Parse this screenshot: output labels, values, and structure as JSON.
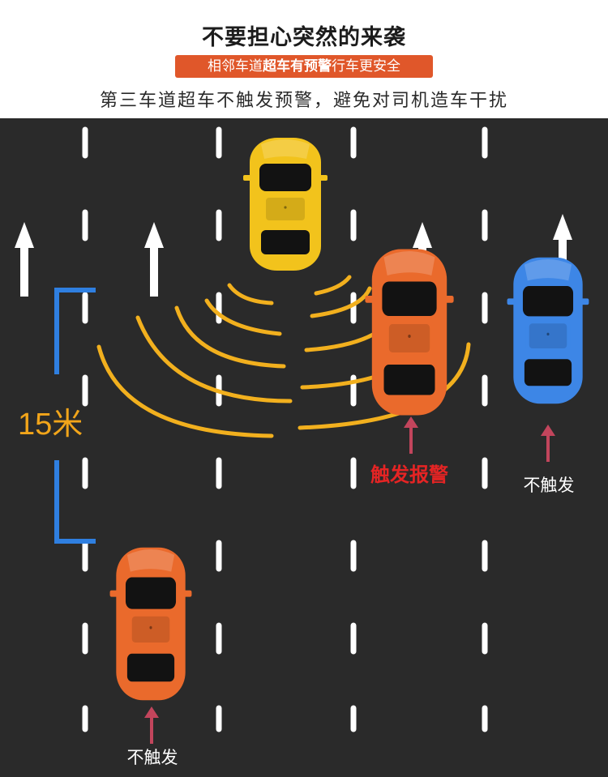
{
  "header": {
    "title": "不要担心突然的来袭",
    "badge_prefix": "相邻车道",
    "badge_highlight": "超车有预警",
    "badge_suffix": "行车更安全",
    "subtitle": "第三车道超车不触发预警，避免对司机造车干扰"
  },
  "scene": {
    "distance_label": "15米",
    "trigger_label": "触发报警",
    "no_trigger_label_right": "不触发",
    "no_trigger_label_bottom": "不触发"
  },
  "colors": {
    "road": "#2a2a2a",
    "lane_mark": "#ffffff",
    "radar_wave": "#f2b01e",
    "distance_bracket": "#2f7fe0",
    "distance_text": "#f2a51a",
    "trigger_text": "#e52424",
    "pointer_arrow": "#c2455c",
    "car_yellow": "#f2c31c",
    "car_orange": "#ea6a2c",
    "car_blue": "#3d86e6",
    "badge_bg": "#e0572a"
  },
  "icons": [
    "lane-arrow-icon",
    "pointer-arrow-icon",
    "car-icon"
  ]
}
